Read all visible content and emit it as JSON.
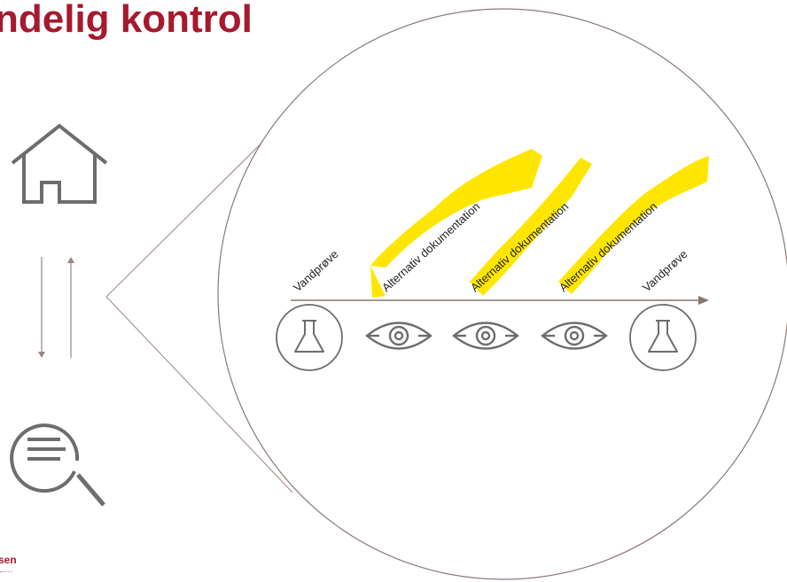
{
  "slide": {
    "title": "ndelig kontrol",
    "footer": "sen"
  },
  "colors": {
    "title": "#a6192e",
    "line": "#8a7570",
    "icon": "#6d6d6d",
    "highlight": "#ffe600"
  },
  "timeline": {
    "labels": [
      "Vandprøve",
      "Alternativ dokumentation",
      "Alternativ dokumentation",
      "Alternativ dokumentation",
      "Vandprøve"
    ],
    "icons": [
      "flask-icon",
      "eye-icon",
      "eye-icon",
      "eye-icon",
      "flask-icon"
    ]
  },
  "side_icons": [
    "house-icon",
    "up-down-arrows-icon",
    "document-search-icon"
  ]
}
